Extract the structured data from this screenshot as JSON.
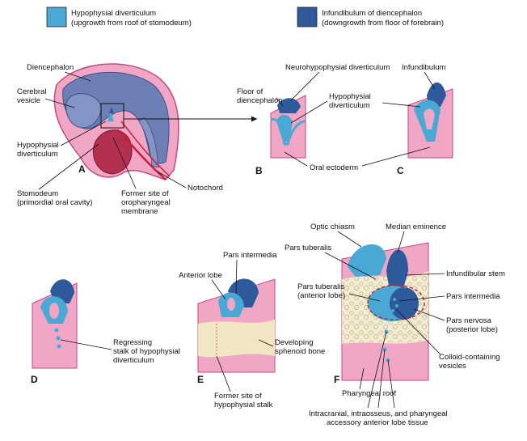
{
  "colors": {
    "hypophysial": "#4aa9d4",
    "infundibulum": "#2e5a9c",
    "pink": "#f2a6c6",
    "pink_dark": "#e07aa6",
    "bone": "#f1e6c2",
    "brain": "#6d7fb5",
    "red": "#c8203a"
  },
  "legend": [
    {
      "title": "Hypophysial diverticulum",
      "subtitle": "(upgrowth from roof of stomodeum)",
      "swatch": "hypophysial"
    },
    {
      "title": "Infundibulum of diencephalon",
      "subtitle": "(downgrowth from floor of forebrain)",
      "swatch": "infundibulum"
    }
  ],
  "panels": {
    "A": "A",
    "B": "B",
    "C": "C",
    "D": "D",
    "E": "E",
    "F": "F"
  },
  "labels": {
    "a_diencephalon": "Diencephalon",
    "a_cerebral_1": "Cerebral",
    "a_cerebral_2": "vesicle",
    "a_hypo_1": "Hypophysial",
    "a_hypo_2": "diverticulum",
    "a_stomodeum_1": "Stomodeum",
    "a_stomodeum_2": "(primordial oral cavity)",
    "a_former_1": "Former site of",
    "a_former_2": "oropharyngeal",
    "a_former_3": "membrane",
    "a_notochord": "Notochord",
    "b_neuro": "Neurohypophysial diverticulum",
    "b_floor_1": "Floor of",
    "b_floor_2": "diencephalon",
    "bc_hypo_1": "Hypophysial",
    "bc_hypo_2": "diverticulum",
    "bc_oral": "Oral ectoderm",
    "c_infundibulum": "Infundibulum",
    "d_regress_1": "Regressing",
    "d_regress_2": "stalk of hypophysial",
    "d_regress_3": "diverticulum",
    "e_pars_int": "Pars intermedia",
    "e_anterior": "Anterior lobe",
    "e_sphenoid_1": "Developing",
    "e_sphenoid_2": "sphenoid bone",
    "e_former_1": "Former site of",
    "e_former_2": "hypophysial stalk",
    "f_optic": "Optic chiasm",
    "f_median": "Median eminence",
    "f_tuberalis": "Pars tuberalis",
    "f_infund_stem": "Infundibular stem",
    "f_tub_ant_1": "Pars tuberalis",
    "f_tub_ant_2": "(anterior lobe)",
    "f_pars_int": "Pars intermedia",
    "f_nervosa_1": "Pars nervosa",
    "f_nervosa_2": "(posterior lobe)",
    "f_colloid_1": "Colloid-containing",
    "f_colloid_2": "vesicles",
    "f_pharyngeal": "Pharyngeal roof",
    "f_accessory_1": "Intracranial, intraosseus, and pharyngeal",
    "f_accessory_2": "accessory anterior lobe tissue"
  }
}
